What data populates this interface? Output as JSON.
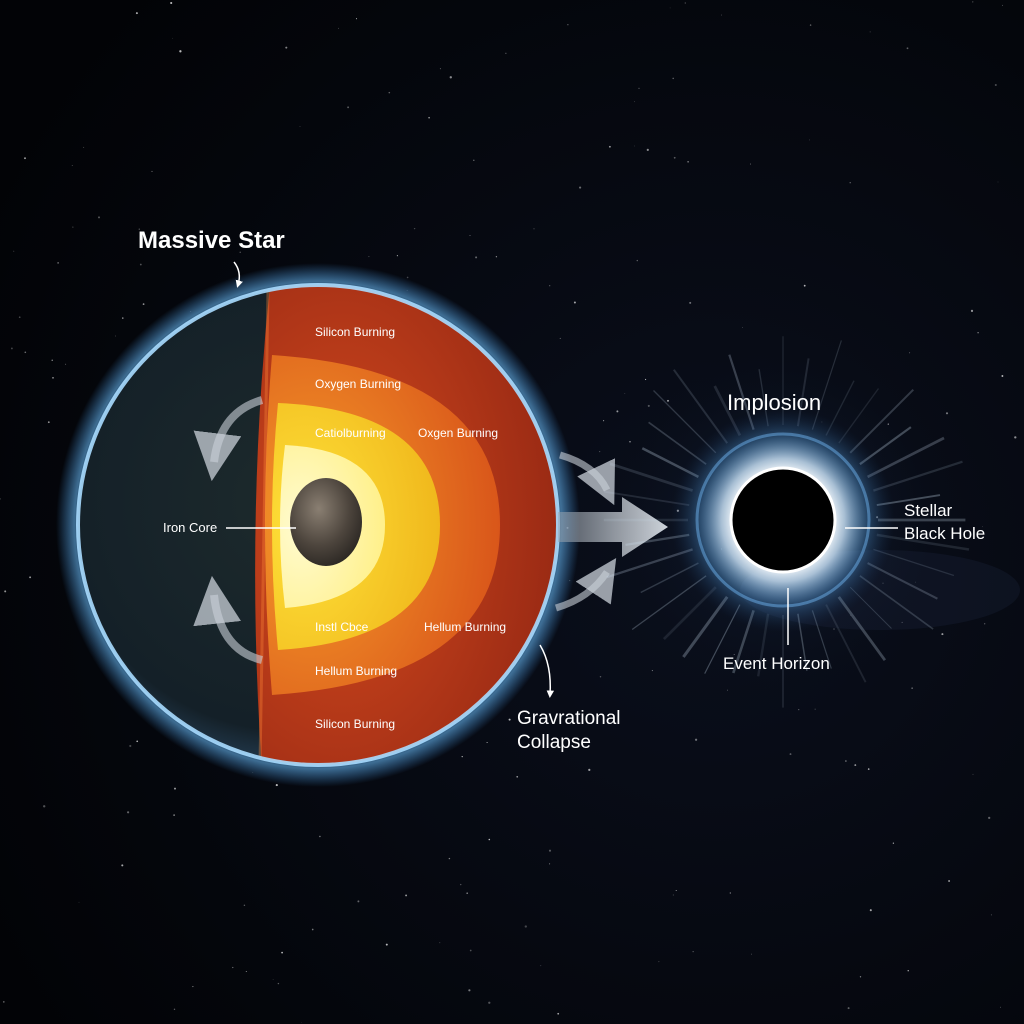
{
  "colors": {
    "space": "#030509",
    "star_rim": "#8fd0ff",
    "outer_layer": "#b8321a",
    "layer_orange": "#e06a1c",
    "layer_yellow": "#f7c51a",
    "inner_glow": "#fff3a6",
    "iron_core": "#5a5046",
    "halo": "#9fd6ff",
    "text": "#ffffff"
  },
  "labels": {
    "massive_star": "Massive Star",
    "silicon_top": "Silicon Burning",
    "oxygen_left": "Oxygen Burning",
    "carbon": "Catiolburning",
    "oxygen_right": "Oxgen Burning",
    "iron_core": "Iron Core",
    "inert_core": "Instl Cbce",
    "helium_right": "Hellum Burning",
    "helium_left": "Hellum Burning",
    "silicon_bottom": "Silicon Burning",
    "collapse_line1": "Gravrational",
    "collapse_line2": "Collapse",
    "implosion": "Implosion",
    "stellar_line1": "Stellar",
    "stellar_line2": "Black Hole",
    "event_horizon": "Event Horizon"
  },
  "icons": {
    "collapse_arrows": "curved-arrow-icon",
    "direction_arrow": "right-arrow-icon"
  }
}
